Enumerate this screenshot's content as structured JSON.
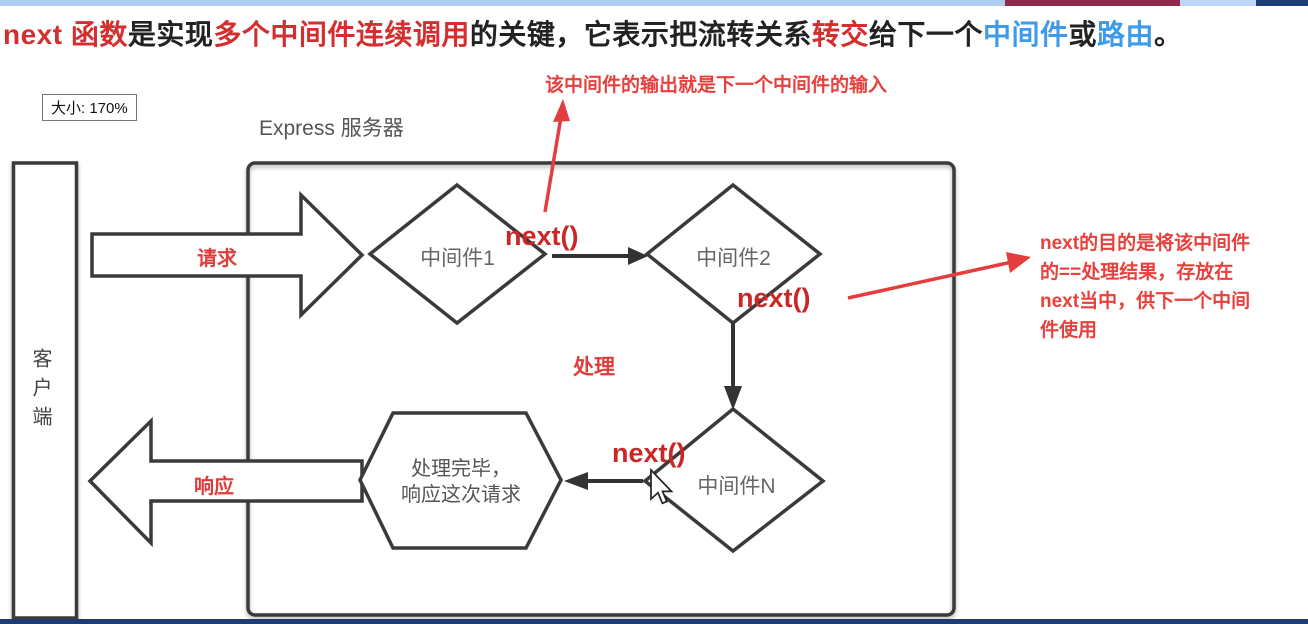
{
  "colors": {
    "title_red": "#d32f2f",
    "title_dark": "#222222",
    "title_blue": "#3d9be9",
    "annotation_red": "#e8403c",
    "next_red": "#cb2727",
    "diagram_stroke": "#3a3a3a",
    "node_text_gray": "#666666",
    "topbar_light_blue": "#aecdf0",
    "topbar_maroon": "#8e2b4a",
    "topbar_navy": "#1e3c74"
  },
  "title": {
    "segments": [
      {
        "text": "next 函数",
        "color": "red"
      },
      {
        "text": "是实现",
        "color": "dark"
      },
      {
        "text": "多个中间件连续调用",
        "color": "red"
      },
      {
        "text": "的关键，它表示把流转关系",
        "color": "dark"
      },
      {
        "text": "转交",
        "color": "red"
      },
      {
        "text": "给下一个",
        "color": "dark"
      },
      {
        "text": "中间件",
        "color": "blue"
      },
      {
        "text": "或",
        "color": "dark"
      },
      {
        "text": "路由",
        "color": "blue"
      },
      {
        "text": "。",
        "color": "dark"
      }
    ]
  },
  "size_badge": {
    "label": "大小: 170%"
  },
  "annotations": {
    "top": "该中间件的输出就是下一个中间件的输入",
    "right_lines": [
      "next的目的是将该中间件",
      "的==处理结果，存放在",
      "next当中，供下一个中间",
      "件使用"
    ]
  },
  "diagram": {
    "server_label": "Express 服务器",
    "client_label": "客户端",
    "request_label": "请求",
    "response_label": "响应",
    "middleware1_label": "中间件1",
    "middleware2_label": "中间件2",
    "middlewareN_label": "中间件N",
    "next_label": "next()",
    "process_label": "处理",
    "finish_lines": [
      "处理完毕，",
      "响应这次请求"
    ]
  }
}
